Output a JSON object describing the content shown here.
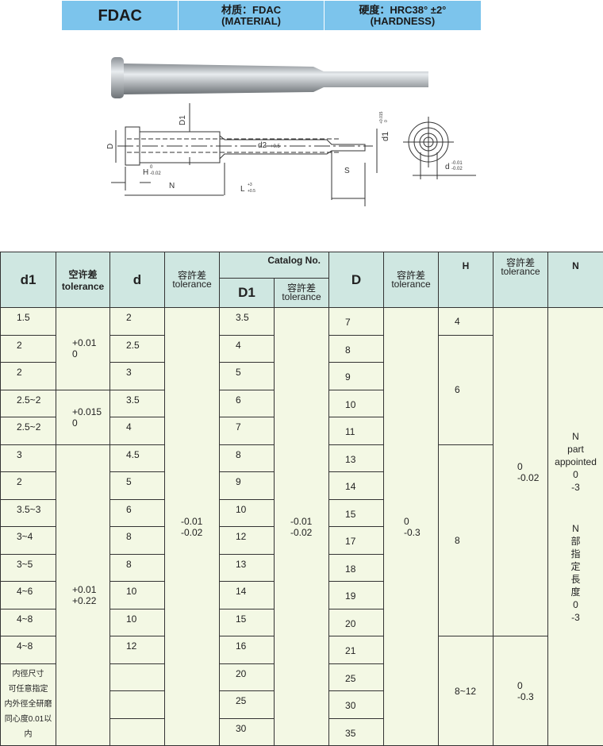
{
  "banner": {
    "code": "FDAC",
    "material_cn": "材质：FDAC",
    "material_en": "(MATERIAL)",
    "hardness_cn": "硬度：HRC38° ±2°",
    "hardness_en": "(HARDNESS)"
  },
  "drawing": {
    "labels": {
      "D1": "D1",
      "D": "D",
      "d2": "d2",
      "d2_tol": "+0.5",
      "d1": "d1",
      "d1_tol_up": "+0.015",
      "d1_tol_lo": "0",
      "H": "H",
      "H_tol_up": "0",
      "H_tol_lo": "-0.02",
      "N": "N",
      "L": "L",
      "L_tol_up": "+3",
      "L_tol_lo": "+0.5",
      "S": "S",
      "d": "d",
      "d_tol_up": "-0.01",
      "d_tol_lo": "-0.02"
    }
  },
  "table": {
    "headers": {
      "d1": "d1",
      "d1_tol_cn": "空许差",
      "tolerance": "tolerance",
      "d": "d",
      "tol_cn": "容許差",
      "catalog": "Catalog No.",
      "D1": "D1",
      "D": "D",
      "H": "H",
      "N": "N"
    },
    "d1": [
      "1.5",
      "2",
      "2",
      "2.5~2",
      "2.5~2",
      "3",
      "2",
      "3.5~3",
      "3~4",
      "3~5",
      "4~6",
      "4~8",
      "4~8"
    ],
    "d1_note": [
      "内徑尺寸",
      "可任意指定",
      "内外徑全研磨",
      "同心度0.01以内"
    ],
    "d1_tol": [
      [
        "+0.01",
        "0"
      ],
      [
        "+0.015",
        "0"
      ],
      [
        "+0.01",
        "+0.22"
      ]
    ],
    "d": [
      "2",
      "2.5",
      "3",
      "3.5",
      "4",
      "4.5",
      "5",
      "6",
      "8",
      "8",
      "10",
      "10",
      "12",
      "",
      "",
      ""
    ],
    "d_tol": [
      "-0.01",
      "-0.02"
    ],
    "D1": [
      "3.5",
      "4",
      "5",
      "6",
      "7",
      "8",
      "9",
      "10",
      "12",
      "13",
      "14",
      "15",
      "16",
      "20",
      "25",
      "30"
    ],
    "D1_tol": [
      "-0.01",
      "-0.02"
    ],
    "D": [
      "7",
      "8",
      "9",
      "10",
      "11",
      "13",
      "14",
      "15",
      "17",
      "18",
      "19",
      "20",
      "21",
      "25",
      "30",
      "35"
    ],
    "D_tol": [
      "0",
      "-0.3"
    ],
    "H": [
      "4",
      "6",
      "8",
      "8~12"
    ],
    "H_tol": [
      [
        "0",
        "-0.02"
      ],
      [
        "0",
        "-0.3"
      ]
    ],
    "N": [
      "N",
      "part",
      "appointed",
      "0",
      "-3",
      "N",
      "部",
      "指",
      "定",
      "長",
      "度",
      "0",
      "-3"
    ]
  }
}
